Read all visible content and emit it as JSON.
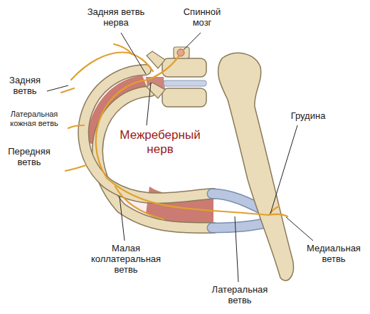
{
  "diagram": {
    "labels": [
      "Задняя ветвь нерва",
      "Спинной мозг",
      "Задняя ветвь",
      "Латеральная кожная ветвь",
      "Передняя ветвь",
      "Межреберный нерв",
      "Грудина",
      "Малая коллатеральная ветвь",
      "Медиальная ветвь",
      "Латеральная ветвь"
    ]
  }
}
